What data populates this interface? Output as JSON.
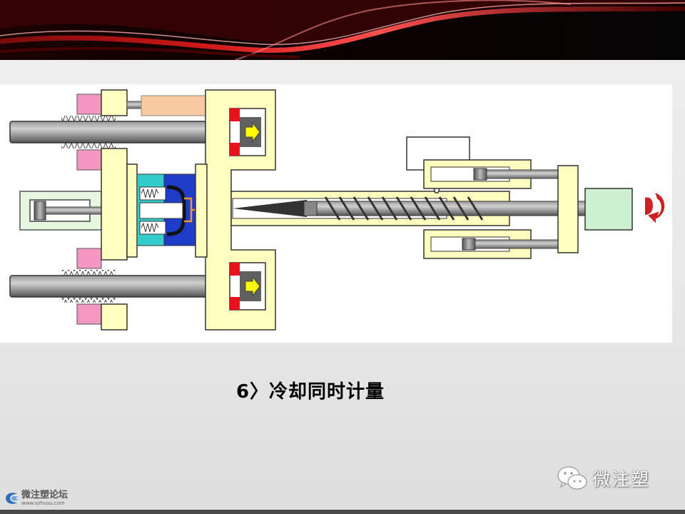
{
  "slide": {
    "caption": "6〉冷却同时计量"
  },
  "watermark": {
    "wechat_text": "微注塑",
    "wechat_icon": "wechat-icon"
  },
  "logo": {
    "name": "微注塑论坛",
    "url": "www.vzhusu.com",
    "icon": "forum-logo-icon"
  },
  "colors": {
    "machine_frame": "#ffffc0",
    "mold_cyan": "#33cccc",
    "mold_blue": "#1e3cc8",
    "pink_block": "#f497c3",
    "peach_cylinder": "#f8c9a0",
    "light_green_motor": "#ccf0d0",
    "screw_arrow_red": "#cc2222",
    "yellow_arrow": "#ffff00"
  }
}
